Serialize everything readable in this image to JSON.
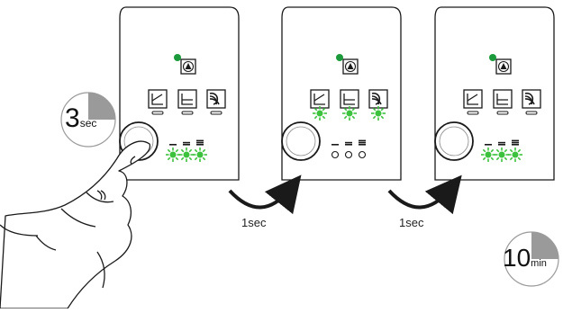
{
  "steps": [
    {
      "front_leds": "off",
      "side_leds": "on",
      "finger": true
    },
    {
      "front_leds": "on",
      "side_leds": "off",
      "finger": false
    },
    {
      "front_leds": "off",
      "side_leds": "on",
      "finger": false
    }
  ],
  "transitions": [
    {
      "label": "1sec"
    },
    {
      "label": "1sec"
    }
  ],
  "hold_timer": {
    "number": "3",
    "unit": "sec",
    "filled_fraction": 0.25
  },
  "end_timer": {
    "number": "10",
    "unit": "min",
    "filled_fraction": 0.25
  },
  "colors": {
    "led_green": "#3cc23c",
    "indicator_dot": "#1a9a3a",
    "timer_fill": "#9a9a9a",
    "outline": "#1a1a1a"
  }
}
